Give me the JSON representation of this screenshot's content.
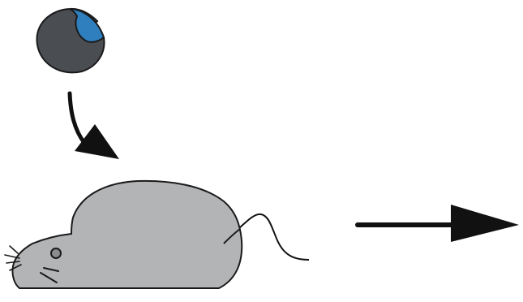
{
  "diagram": {
    "elements": [
      {
        "name": "implant-sphere",
        "type": "icon",
        "colors": {
          "body": "#4a4d52",
          "cap": "#2f7fbf"
        }
      },
      {
        "name": "curved-down-arrow",
        "type": "arrow",
        "direction": "down-right"
      },
      {
        "name": "mouse",
        "type": "illustration",
        "colors": {
          "body": "#b2b4b6",
          "outline": "#1a1a1a"
        }
      },
      {
        "name": "right-arrow",
        "type": "arrow",
        "direction": "right"
      }
    ],
    "text": []
  }
}
